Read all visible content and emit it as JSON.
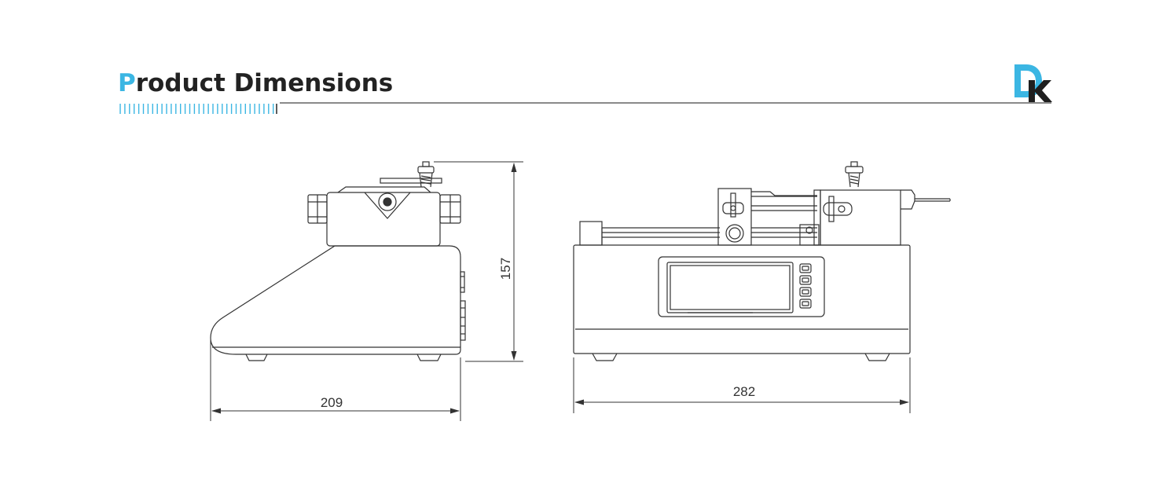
{
  "header": {
    "title_first": "P",
    "title_rest": "roduct Dimensions",
    "logo_letter_1": "D",
    "logo_letter_2": "K"
  },
  "colors": {
    "accent": "#3bb6e3",
    "text": "#222222",
    "line": "#333333",
    "rule": "#8a8a8a"
  },
  "dimensions": {
    "side_width": "209",
    "height": "157",
    "front_width": "282"
  }
}
